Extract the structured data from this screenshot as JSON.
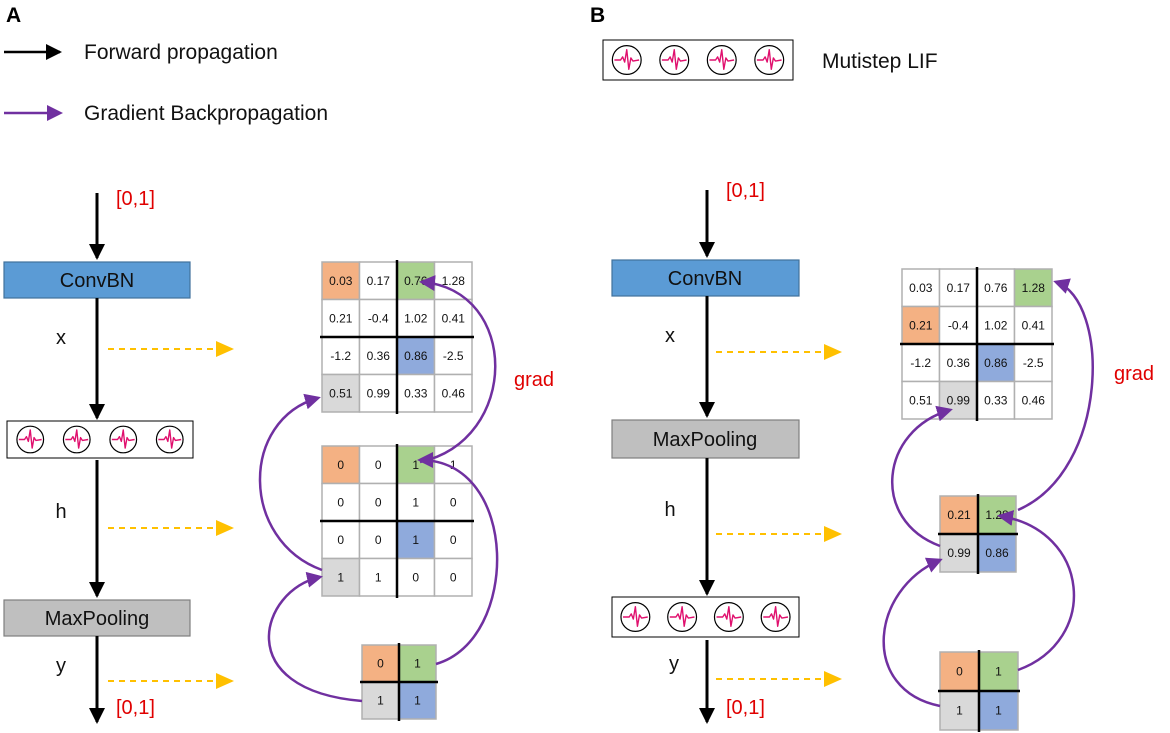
{
  "panels": {
    "a": {
      "label": "A"
    },
    "b": {
      "label": "B"
    }
  },
  "legend": {
    "forward": "Forward propagation",
    "backward": "Gradient Backpropagation",
    "lif": "Mutistep LIF"
  },
  "labels": {
    "range": "[0,1]",
    "x": "x",
    "h": "h",
    "y": "y",
    "grad": "grad"
  },
  "blocks": {
    "convbn": "ConvBN",
    "maxpool": "MaxPooling"
  },
  "colors": {
    "forward": "#000000",
    "backward": "#7030a0",
    "dashed": "#ffc000",
    "convbn": "#5b9bd5",
    "maxpool": "#bfbfbf",
    "red_text": "#e00000",
    "cell_orange": "#f4b183",
    "cell_green": "#a9d18e",
    "cell_blue": "#8faadc",
    "cell_gray": "#d9d9d9",
    "spike": "#e0106e"
  },
  "matrices": {
    "a_x": [
      [
        "0.03",
        "0.17",
        "0.76",
        "1.28"
      ],
      [
        "0.21",
        "-0.4",
        "1.02",
        "0.41"
      ],
      [
        "-1.2",
        "0.36",
        "0.86",
        "-2.5"
      ],
      [
        "0.51",
        "0.99",
        "0.33",
        "0.46"
      ]
    ],
    "a_x_colors": [
      [
        "o",
        "",
        "g",
        ""
      ],
      [
        "",
        "",
        "",
        ""
      ],
      [
        "",
        "",
        "b",
        ""
      ],
      [
        "gr",
        "",
        "",
        ""
      ]
    ],
    "a_h": [
      [
        "0",
        "0",
        "1",
        "1"
      ],
      [
        "0",
        "0",
        "1",
        "0"
      ],
      [
        "0",
        "0",
        "1",
        "0"
      ],
      [
        "1",
        "1",
        "0",
        "0"
      ]
    ],
    "a_h_colors": [
      [
        "o",
        "",
        "g",
        ""
      ],
      [
        "",
        "",
        "",
        ""
      ],
      [
        "",
        "",
        "b",
        ""
      ],
      [
        "gr",
        "",
        "",
        ""
      ]
    ],
    "a_y": [
      [
        "0",
        "1"
      ],
      [
        "1",
        "1"
      ]
    ],
    "a_y_colors": [
      [
        "o",
        "g"
      ],
      [
        "gr",
        "b"
      ]
    ],
    "b_x": [
      [
        "0.03",
        "0.17",
        "0.76",
        "1.28"
      ],
      [
        "0.21",
        "-0.4",
        "1.02",
        "0.41"
      ],
      [
        "-1.2",
        "0.36",
        "0.86",
        "-2.5"
      ],
      [
        "0.51",
        "0.99",
        "0.33",
        "0.46"
      ]
    ],
    "b_x_colors": [
      [
        "",
        "",
        "",
        "g"
      ],
      [
        "o",
        "",
        "",
        ""
      ],
      [
        "",
        "",
        "b",
        ""
      ],
      [
        "",
        "gr",
        "",
        ""
      ]
    ],
    "b_h": [
      [
        "0.21",
        "1.28"
      ],
      [
        "0.99",
        "0.86"
      ]
    ],
    "b_h_colors": [
      [
        "o",
        "g"
      ],
      [
        "gr",
        "b"
      ]
    ],
    "b_y": [
      [
        "0",
        "1"
      ],
      [
        "1",
        "1"
      ]
    ],
    "b_y_colors": [
      [
        "o",
        "g"
      ],
      [
        "gr",
        "b"
      ]
    ]
  }
}
